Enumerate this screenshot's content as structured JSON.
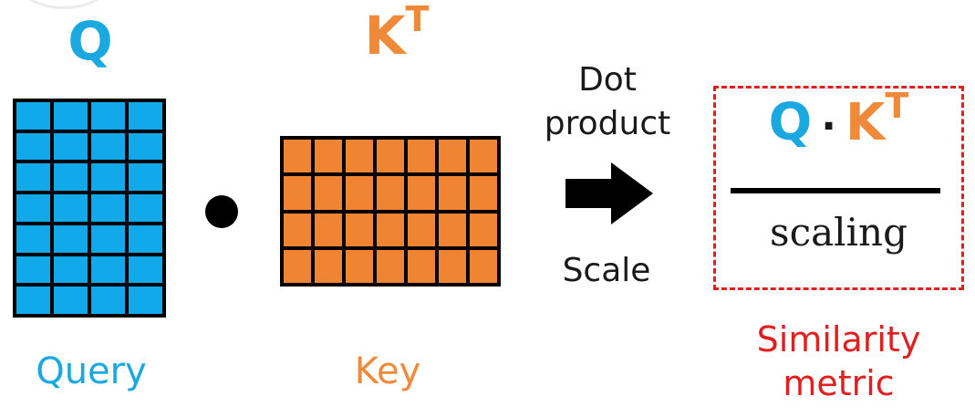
{
  "query": {
    "symbol": "Q",
    "label": "Query",
    "grid": {
      "rows": 7,
      "cols": 4
    },
    "color": "#11a9ea"
  },
  "operator": {
    "symbol": "dot"
  },
  "key": {
    "symbol": "K",
    "superscript": "T",
    "label": "Key",
    "grid": {
      "rows": 4,
      "cols": 7
    },
    "color": "#ef8433"
  },
  "step": {
    "line1": "Dot",
    "line2": "product",
    "scale": "Scale",
    "arrow_icon": "right-arrow-icon"
  },
  "metric": {
    "numerator_q": "Q",
    "numerator_dot": "·",
    "numerator_k": "K",
    "numerator_sup": "T",
    "denominator": "scaling",
    "label_line1": "Similarity",
    "label_line2": "metric",
    "border_color": "#e02020"
  }
}
